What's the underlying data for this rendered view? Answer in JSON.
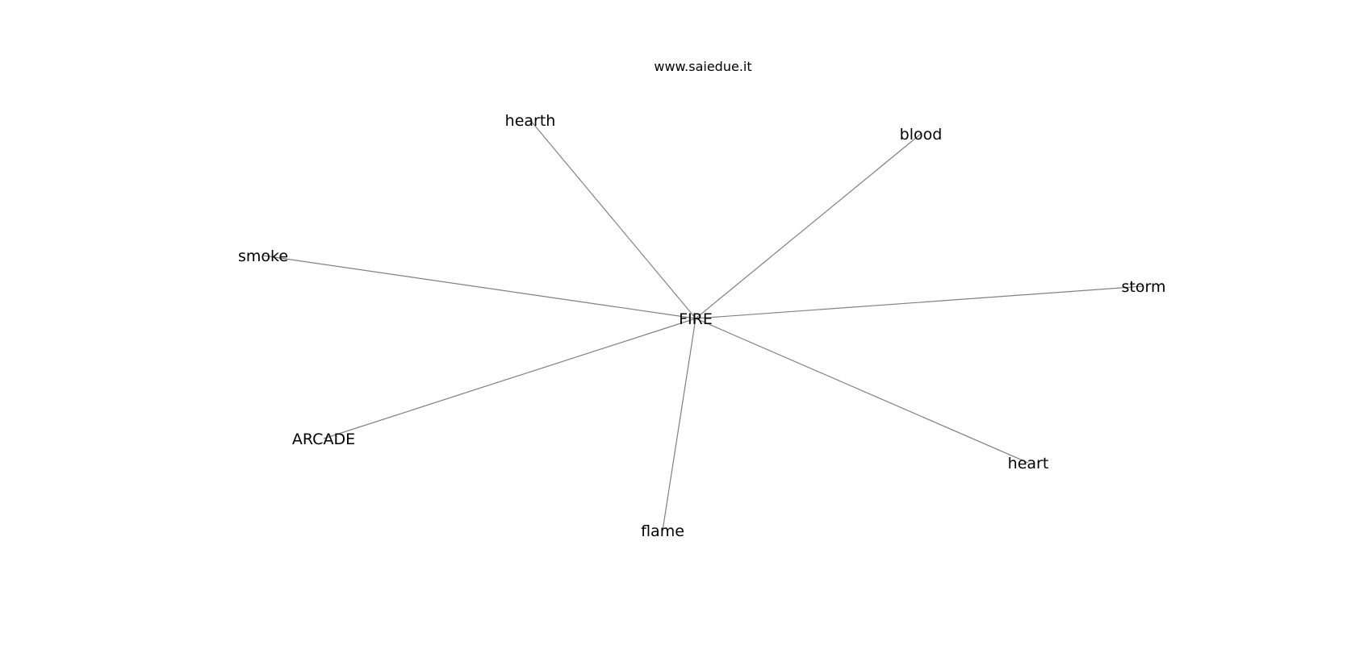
{
  "header": {
    "site": "www.saiedue.it"
  },
  "graph": {
    "center": {
      "id": "fire",
      "label": "FIRE"
    },
    "neighbors": [
      {
        "id": "hearth",
        "label": "hearth"
      },
      {
        "id": "blood",
        "label": "blood"
      },
      {
        "id": "smoke",
        "label": "smoke"
      },
      {
        "id": "storm",
        "label": "storm"
      },
      {
        "id": "arcade",
        "label": "ARCADE"
      },
      {
        "id": "heart",
        "label": "heart"
      },
      {
        "id": "flame",
        "label": "flame"
      }
    ],
    "edges": [
      [
        "fire",
        "hearth"
      ],
      [
        "fire",
        "blood"
      ],
      [
        "fire",
        "smoke"
      ],
      [
        "fire",
        "storm"
      ],
      [
        "fire",
        "arcade"
      ],
      [
        "fire",
        "heart"
      ],
      [
        "fire",
        "flame"
      ]
    ],
    "colors": {
      "edge": "#808080",
      "text": "#000000",
      "background": "#ffffff"
    }
  }
}
